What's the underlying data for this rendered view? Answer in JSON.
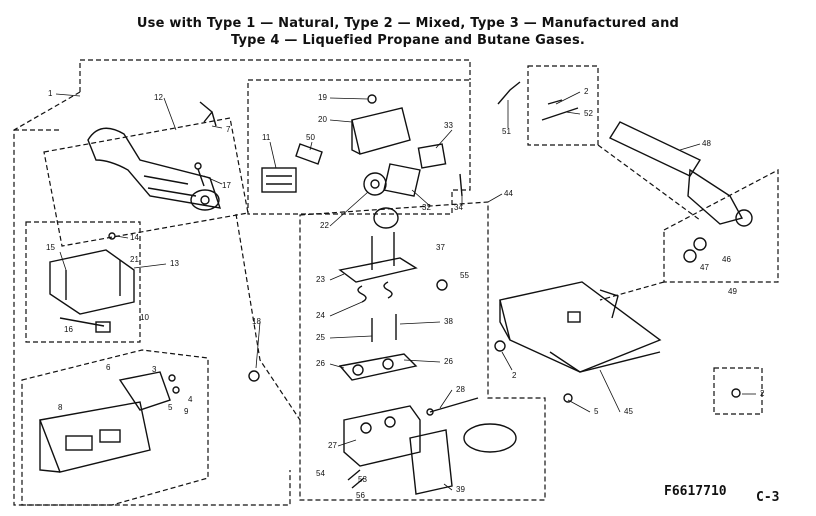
{
  "header": {
    "line1": "Use with Type 1 — Natural, Type 2 — Mixed, Type 3 — Manufactured and",
    "line2": "Type 4 — Liquefied Propane and Butane Gases."
  },
  "footer": {
    "drawing_number": "F6617710",
    "page_code": "C-3"
  },
  "callouts": [
    "1",
    "12",
    "7",
    "17",
    "11",
    "50",
    "19",
    "20",
    "33",
    "51",
    "2",
    "52",
    "48",
    "22",
    "32",
    "34",
    "44",
    "14",
    "13",
    "15",
    "21",
    "16",
    "10",
    "37",
    "23",
    "55",
    "47",
    "46",
    "49",
    "18",
    "24",
    "38",
    "25",
    "26",
    "6",
    "3",
    "4",
    "8",
    "5",
    "9",
    "28",
    "27",
    "54",
    "53",
    "56",
    "39",
    "45"
  ]
}
